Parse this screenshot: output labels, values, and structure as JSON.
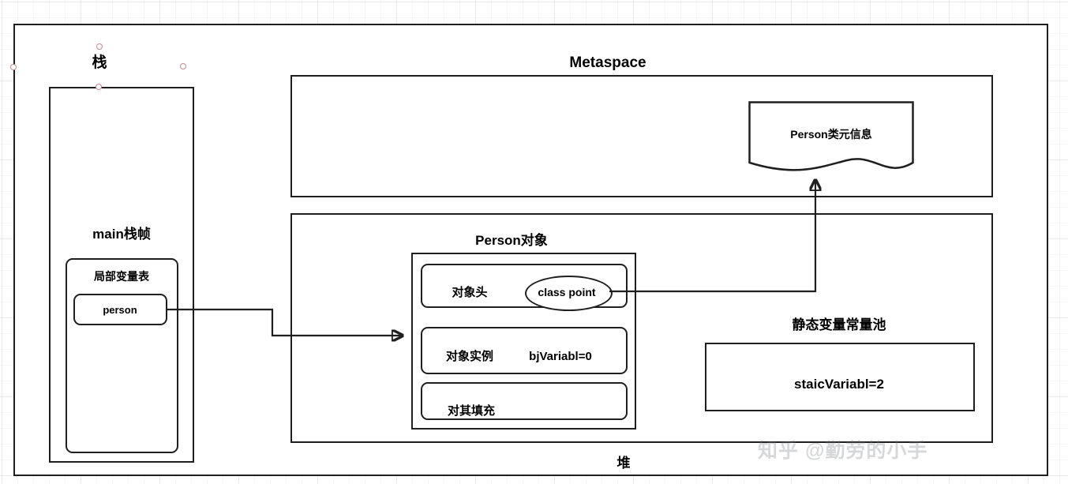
{
  "diagram": {
    "title_watermark": "知乎 @勤劳的小手",
    "stack": {
      "title": "栈",
      "frame_title": "main栈帧",
      "local_var_table": "局部变量表",
      "local_var_entry": "person"
    },
    "metaspace": {
      "title": "Metaspace",
      "class_meta": "Person类元信息"
    },
    "heap": {
      "title": "堆",
      "person_object": {
        "title": "Person对象",
        "object_header": "对象头",
        "class_pointer": "class point",
        "object_instance": "对象实例",
        "object_instance_value": "bjVariabl=0",
        "object_padding": "对其填充"
      },
      "static_pool": {
        "title": "静态变量常量池",
        "value": "staicVariabl=2"
      }
    }
  }
}
